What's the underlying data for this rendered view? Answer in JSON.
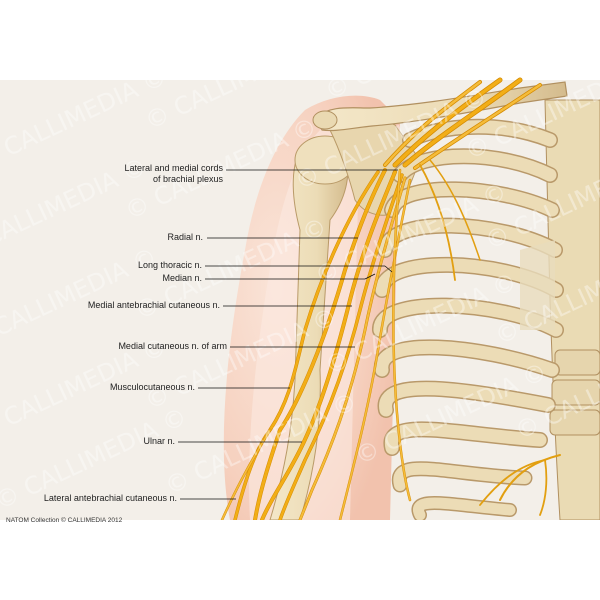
{
  "labels": {
    "cords_line1": "Lateral and medial cords",
    "cords_line2": "of brachial plexus",
    "radial": "Radial n.",
    "long_thoracic": "Long thoracic n.",
    "median": "Median n.",
    "medial_antebrachial": "Medial antebrachial cutaneous n.",
    "medial_cutaneous_arm": "Medial cutaneous n. of arm",
    "musculocutaneous": "Musculocutaneous n.",
    "ulnar": "Ulnar n.",
    "lateral_antebrachial": "Lateral antebrachial cutaneous n."
  },
  "credit": "NATOM Collection © CALLIMEDIA 2012",
  "watermark": "© CALLIMEDIA ©",
  "colors": {
    "bone": "#ecdcb6",
    "bone_shade": "#c9ad7c",
    "skin": "#f6d3c2",
    "skin_light": "#fae6db",
    "nerve": "#f2ae17",
    "nerve_dark": "#d48a00",
    "background": "#f3efe9"
  }
}
